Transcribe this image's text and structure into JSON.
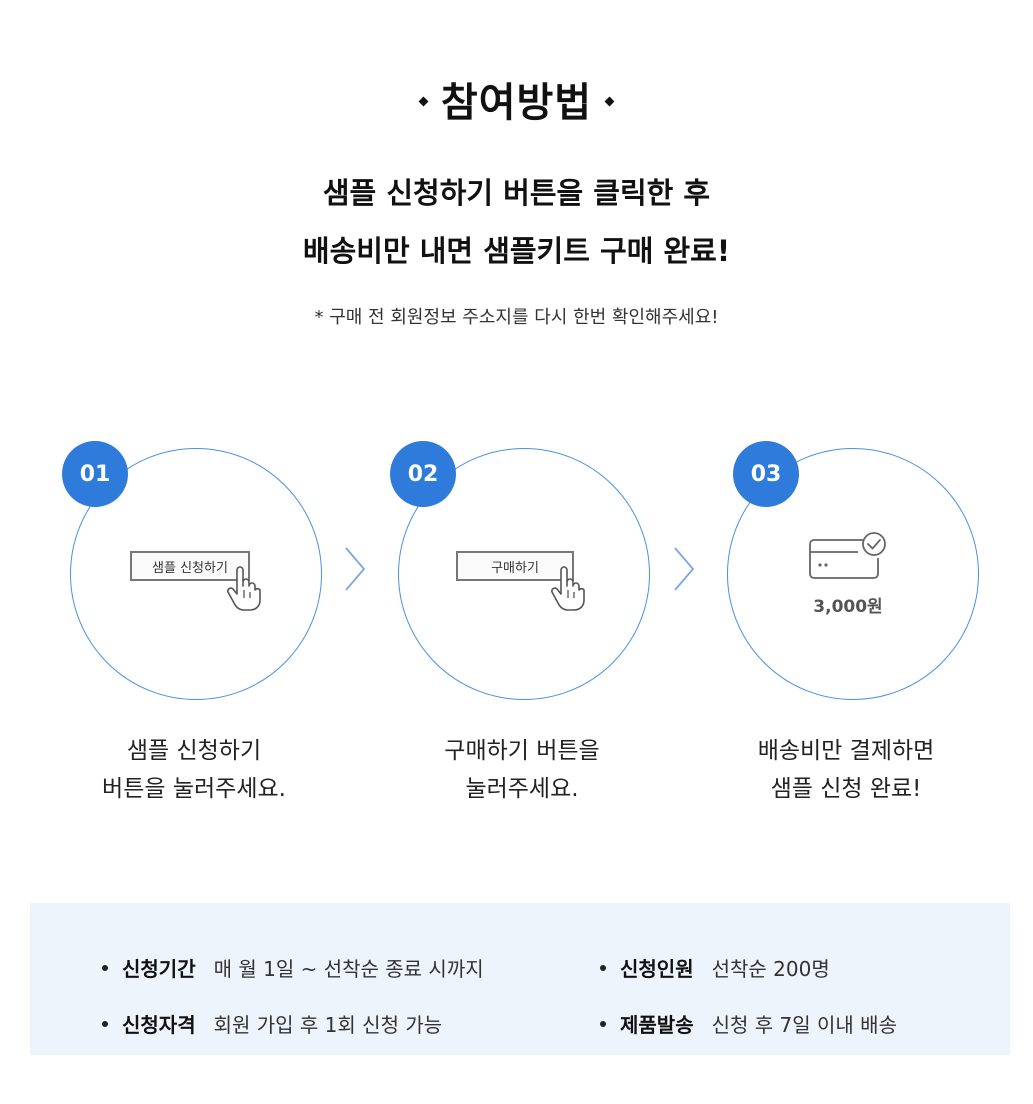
{
  "title": "참여방법",
  "headline": {
    "line1": "샘플 신청하기 버튼을 클릭한 후",
    "line2": "배송비만 내면 샘플키트 구매 완료!"
  },
  "note": "* 구매 전 회원정보 주소지를 다시 한번 확인해주세요!",
  "steps": [
    {
      "number": "01",
      "button_label": "샘플 신청하기",
      "caption_line1": "샘플 신청하기",
      "caption_line2": "버튼을 눌러주세요."
    },
    {
      "number": "02",
      "button_label": "구매하기",
      "caption_line1": "구매하기 버튼을",
      "caption_line2": "눌러주세요."
    },
    {
      "number": "03",
      "price": "3,000원",
      "caption_line1": "배송비만 결제하면",
      "caption_line2": "샘플 신청 완료!"
    }
  ],
  "info": [
    {
      "label": "신청기간",
      "value": "매 월 1일 ~ 선착순 종료 시까지"
    },
    {
      "label": "신청인원",
      "value": "선착순 200명"
    },
    {
      "label": "신청자격",
      "value": "회원 가입 후 1회 신청 가능"
    },
    {
      "label": "제품발송",
      "value": "신청 후 7일 이내 배송"
    }
  ],
  "colors": {
    "accent": "#2f7bdc",
    "circle_border": "#4a90e2",
    "info_bg": "#edf4fc"
  }
}
